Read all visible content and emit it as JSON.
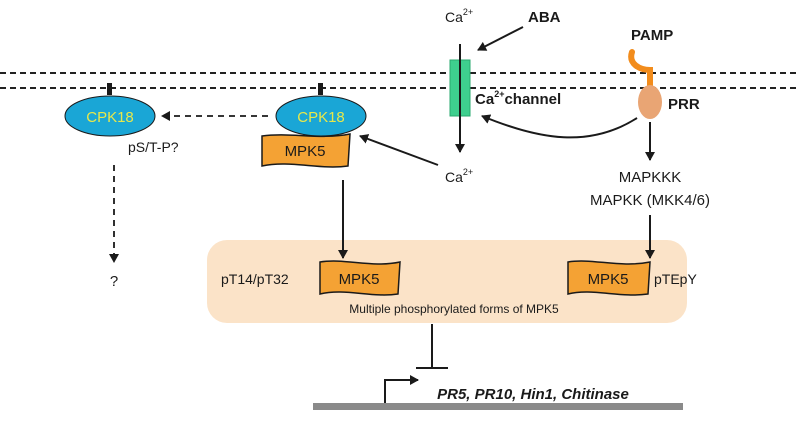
{
  "ca_top": "Ca",
  "ca_top_sup": "2+",
  "aba": "ABA",
  "pamp": "PAMP",
  "prr": "PRR",
  "channel": "channel",
  "channel_ca": "Ca",
  "channel_sup": "2+",
  "cpk_left": "CPK18",
  "cpk_mid": "CPK18",
  "mpk5_top": "MPK5",
  "ps_tp": "pS/T-P?",
  "ca_bottom": "Ca",
  "ca_bottom_sup": "2+",
  "mapkkk": "MAPKKK",
  "mapkk": "MAPKK (MKK4/6)",
  "question": "?",
  "pt14": "pT14/pT32",
  "mpk5_left": "MPK5",
  "mpk5_right": "MPK5",
  "ptepy": "pTEpY",
  "multiple": "Multiple phosphorylated forms of MPK5",
  "genes": "PR5, PR10, Hin1, Chitinase",
  "colors": {
    "cpk_fill": "#1aa6d6",
    "cpk_text": "#e8e84a",
    "mpk_fill": "#f4a234",
    "region_fill": "#fbe3c8",
    "channel_fill": "#3ecf8e",
    "prr_fill": "#e9a574",
    "pamp_stroke": "#f28c1c"
  }
}
